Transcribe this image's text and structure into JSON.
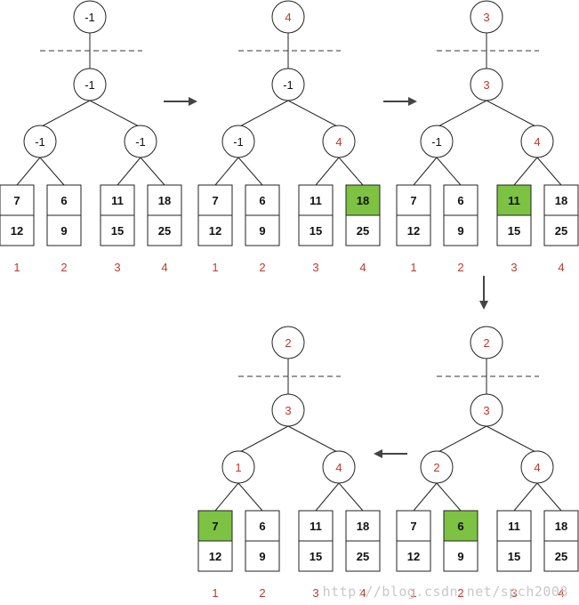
{
  "colors": {
    "highlight": "#7dc242",
    "red_text": "#c0392b",
    "black_text": "#111111"
  },
  "panels": [
    {
      "top": "-1",
      "top_color": "black",
      "mid": "-1",
      "mid_color": "black",
      "left": "-1",
      "left_color": "black",
      "right": "-1",
      "right_color": "black",
      "leaves": [
        {
          "a": "7",
          "b": "12",
          "index": "1",
          "highlight": false
        },
        {
          "a": "6",
          "b": "9",
          "index": "2",
          "highlight": false
        },
        {
          "a": "11",
          "b": "15",
          "index": "3",
          "highlight": false
        },
        {
          "a": "18",
          "b": "25",
          "index": "4",
          "highlight": false
        }
      ]
    },
    {
      "top": "4",
      "top_color": "red",
      "mid": "-1",
      "mid_color": "black",
      "left": "-1",
      "left_color": "black",
      "right": "4",
      "right_color": "red",
      "leaves": [
        {
          "a": "7",
          "b": "12",
          "index": "1",
          "highlight": false
        },
        {
          "a": "6",
          "b": "9",
          "index": "2",
          "highlight": false
        },
        {
          "a": "11",
          "b": "15",
          "index": "3",
          "highlight": false
        },
        {
          "a": "18",
          "b": "25",
          "index": "4",
          "highlight": true
        }
      ]
    },
    {
      "top": "3",
      "top_color": "red",
      "mid": "3",
      "mid_color": "red",
      "left": "-1",
      "left_color": "black",
      "right": "4",
      "right_color": "red",
      "leaves": [
        {
          "a": "7",
          "b": "12",
          "index": "1",
          "highlight": false
        },
        {
          "a": "6",
          "b": "9",
          "index": "2",
          "highlight": false
        },
        {
          "a": "11",
          "b": "15",
          "index": "3",
          "highlight": true
        },
        {
          "a": "18",
          "b": "25",
          "index": "4",
          "highlight": false
        }
      ]
    },
    {
      "top": "2",
      "top_color": "red",
      "mid": "3",
      "mid_color": "red",
      "left": "2",
      "left_color": "red",
      "right": "4",
      "right_color": "red",
      "leaves": [
        {
          "a": "7",
          "b": "12",
          "index": "1",
          "highlight": false
        },
        {
          "a": "6",
          "b": "9",
          "index": "2",
          "highlight": true
        },
        {
          "a": "11",
          "b": "15",
          "index": "3",
          "highlight": false
        },
        {
          "a": "18",
          "b": "25",
          "index": "4",
          "highlight": false
        }
      ]
    },
    {
      "top": "2",
      "top_color": "red",
      "mid": "3",
      "mid_color": "red",
      "left": "1",
      "left_color": "red",
      "right": "4",
      "right_color": "red",
      "leaves": [
        {
          "a": "7",
          "b": "12",
          "index": "1",
          "highlight": true
        },
        {
          "a": "6",
          "b": "9",
          "index": "2",
          "highlight": false
        },
        {
          "a": "11",
          "b": "15",
          "index": "3",
          "highlight": false
        },
        {
          "a": "18",
          "b": "25",
          "index": "4",
          "highlight": false
        }
      ]
    }
  ],
  "arrows": [
    "right",
    "right",
    "down",
    "left"
  ],
  "watermark": "http://blog.csdn.net/spch2008"
}
